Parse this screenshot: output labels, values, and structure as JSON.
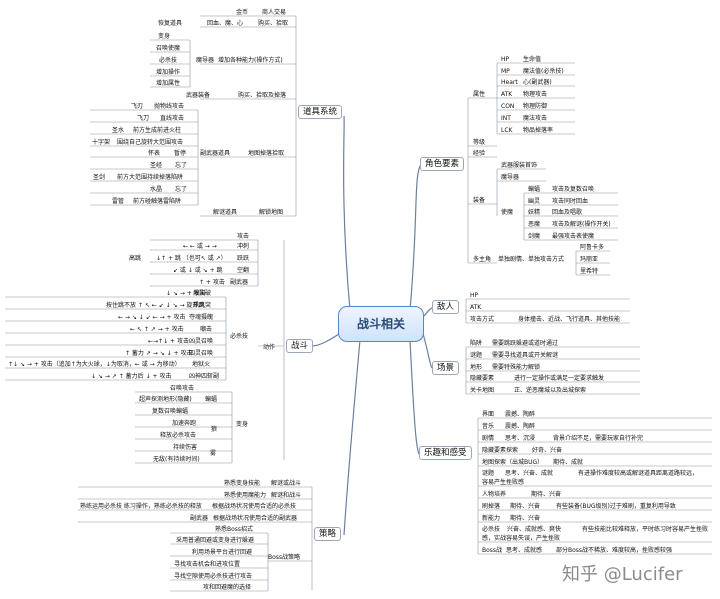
{
  "center": "战斗相关",
  "watermark": "知乎 @Lucifer",
  "branches": {
    "道具系统": "道具系统",
    "战斗": "战斗",
    "策略": "策略",
    "角色要素": "角色要素",
    "敌人": "敌人",
    "场景": "场景",
    "乐趣和感受": "乐趣和感受"
  },
  "item": {
    "jinbi": "金币",
    "shangren": "商人交易",
    "huifu": "回血、魔、心",
    "goumai": "购买、拾取",
    "huifudaoju": "恢复道具",
    "bianshen": "变身",
    "zhaohuan": "召唤使魔",
    "bishaji": "必杀技",
    "modaoqi": "魔导器",
    "zengjia": "增加各种能力(操作方式)",
    "zengjiacaozuo": "增加操作",
    "zengjiashuxing": "增加属性",
    "wuqi": "武器装备",
    "goumaishiqu": "购买、拾取及掉落",
    "feiren": "飞刃",
    "paowu": "抛物线攻击",
    "feidao": "飞刀",
    "zhixian": "直线攻击",
    "shengshui": "圣水",
    "qianfang": "前方生成前进火柱",
    "shizijia": "十字架",
    "weiraozi": "围绕自己旋转大范围攻击",
    "huaibiao": "怀表",
    "zanting": "暂停",
    "fuwuqi": "副武器道具",
    "diduo": "地图掉落拾取",
    "shengjing": "圣经",
    "wangle1": "忘了",
    "shengjian": "圣剑",
    "qianfangfanwei": "前方大范围持续掉落陷阱",
    "shuijing": "水晶",
    "wangle2": "忘了",
    "leiguan": "雷管",
    "qianfangchuhong": "前方碰触落雷陷阱",
    "jiemi": "解谜道具",
    "jiesuo": "解锁地图"
  },
  "battle": {
    "gongji": "攻击",
    "chongci_k": "← ← 或 → →",
    "chongci": "冲刺",
    "gaotiao": "高跳",
    "yuetiao_k": "↓↑ + 跳 （也可↖ 或 ↗）",
    "yuetiao": "跃跃",
    "kongzhuan_k": "↙ 或 ↓ 或 ↘ + 跳",
    "kongzhuan": "空翻",
    "fuwuqi_k": "↑ + 攻击",
    "fuwuqi": "副武器",
    "xuanfeng_k": "↓ ↘ → + 攻击",
    "xuanfeng": "爆裂破",
    "ma_k": "按住跳不放 ↑ ↖ ← ↙ ↓ ↘ → 旋开跳",
    "ma": "飙风突",
    "sanhua_k": "← → ↘ ↓ ↙ ← → + 攻击",
    "sanhua": "夺魂摄魄",
    "zhongji_k": "← ↖ ↑ ↗ → + 攻击",
    "zhongji": "嘲击",
    "shengjian_k": "←→↑↓ + 攻击",
    "shengjian": "凶灵召唤",
    "siji_k": "↑ 蓄力 ↗ → ↘ ↓ + 攻击",
    "siji": "四灵召唤",
    "longwei_k": "↑↓ ↘ → + 攻击（追加↑为大火球，↓为取消，← 或 → 为移动）",
    "longwei": "地狱火",
    "kunsha_k": "↓ ↘ → ↗ ↑ 蓄力后 ↓ + 攻击",
    "kunsha": "凶神四斩副",
    "bishaji": "必杀技",
    "dongzuo": "动作",
    "zhaohuan": "召唤攻击",
    "jiachong": "超声探测地形(隐藏)",
    "bianfu": "蝙蝠",
    "fuzhao": "复数召唤蝙蝠",
    "jiasu": "加速奔跑",
    "lang": "狼",
    "sifang": "释放必杀攻击",
    "wu": "雾",
    "chixu": "持续伤害",
    "wudi": "无敌(有持续时间)",
    "bianshen": "变身"
  },
  "strategy": {
    "shoudong": "熟悉变身技能",
    "jiejue1": "解谜或战斗",
    "shouxi": "熟悉使用魔能力",
    "jiejue2": "解谜和战斗",
    "shuliandu": "熟练运用必杀技  练习操作，熟练必杀技的释放",
    "heshi1": "根据战场状况使用合适的必杀技",
    "fuwuqi": "副武器",
    "heshi2": "根据战场状况使用合适的副武器",
    "boss1": "熟悉Boss招式",
    "boss2": "采用普通回避或变身进行躲避",
    "boss3": "利用场景平台进行回避",
    "boss4": "寻找攻击机会和进攻位置",
    "boss5": "寻找空隙使用必杀技进行攻击",
    "boss6": "攻和回避魔的选择",
    "bosscelue": "Boss战策略"
  },
  "role": {
    "shuxing": "属性",
    "hp": "HP",
    "hp_d": "生命值",
    "mp": "MP",
    "mp_d": "魔法值(必杀技)",
    "heart": "Heart",
    "heart_d": "心(副武器)",
    "atk": "ATK",
    "atk_d": "物理攻击",
    "con": "CON",
    "con_d": "物理防御",
    "int": "INT",
    "int_d": "魔法攻击",
    "lck": "LCK",
    "lck_d": "物品掉落率",
    "dengji": "等级",
    "jingyan": "经验",
    "wuqizhuangbei": "武器服装首饰",
    "modaoqi": "魔导器",
    "zhuangbei": "装备",
    "bianfu": "蝙蝠",
    "bianfu_d": "攻击及复数召唤",
    "youling": "幽灵",
    "youling_d": "攻击同时回血",
    "yaojing": "妖精",
    "yaojing_d": "回血及唱歌",
    "emo": "恶魔",
    "emo_d": "攻击及解谜(操作开关)",
    "jianling": "剑魔",
    "jianling_d": "最强攻击表使魔",
    "shimo": "使魔",
    "duozhujue": "多主角",
    "dandu": "单独剧情、单独攻击方式",
    "ashang": "阿鲁卡多",
    "maliya": "玛丽亚",
    "lihite": "里希特"
  },
  "enemy": {
    "hp": "HP",
    "atk": "ATK",
    "gongjifangshi": "攻击方式",
    "gongjifangshi_d": "身体撞击、近战、飞行道具、其他技能"
  },
  "scene": {
    "xianjing": "陷阱",
    "xianjing_d": "需要跳跃躲避或道时通过",
    "mitu": "谜题",
    "mitu_d": "需要寻找道具或开关解谜",
    "dixing": "地形",
    "dixing_d": "需要特殊能力解锁",
    "yincang": "隐藏要素",
    "yincang_d": "进行一定操作或满足一定要求触发",
    "guanka": "关卡地图",
    "guanka_d": "正、逆恶魔城以及出城探索"
  },
  "fun": {
    "jiemian": "界面",
    "jiemian_d": "震撼、陶醉",
    "yinle": "音乐",
    "yinle_d": "震撼、陶醉",
    "juqing": "剧情",
    "juqing_d": "思考、沉浸",
    "juqing_d2": "背景介绍不足，需要玩家自行补完",
    "yincangyaosu": "隐藏要素探索",
    "yincangyaosu_d": "好奇、兴奋",
    "ditutansuo": "地图探索（出城BUG）",
    "ditutansuo_d": "期待、成就",
    "jiemi": "谜题",
    "jiemi_d": "思考、兴奋、成就",
    "jiemi_d2": "有进操作难度较高或解谜道具距离道路较远，",
    "jiemi_d3": "容易产生挫败感",
    "renwuchengzhang": "人物培养",
    "renwuchengzhang_d": "期待、兴奋",
    "shoujidaoju": "刷掉落",
    "shoujidaoju_d": "期待、兴奋",
    "shoujidaoju_d2": "有些装备(BUG级别)过于难刷，重复利用导致",
    "xinnengli": "新能力",
    "xinnengli_d": "期待、兴奋",
    "bishaji": "必杀技",
    "bishaji_d": "兴奋、成就感、爽快",
    "bishaji_d2": "有些技能比较难释放，平时练习时容易产生挫败",
    "bishaji_d3": "感，实战容易失误，产生挫败",
    "bosszhan": "Boss战",
    "bosszhan_d": "思考、成就感",
    "bosszhan_d2": "部分Boss战不稀放、难度较高，挫败感较强"
  }
}
